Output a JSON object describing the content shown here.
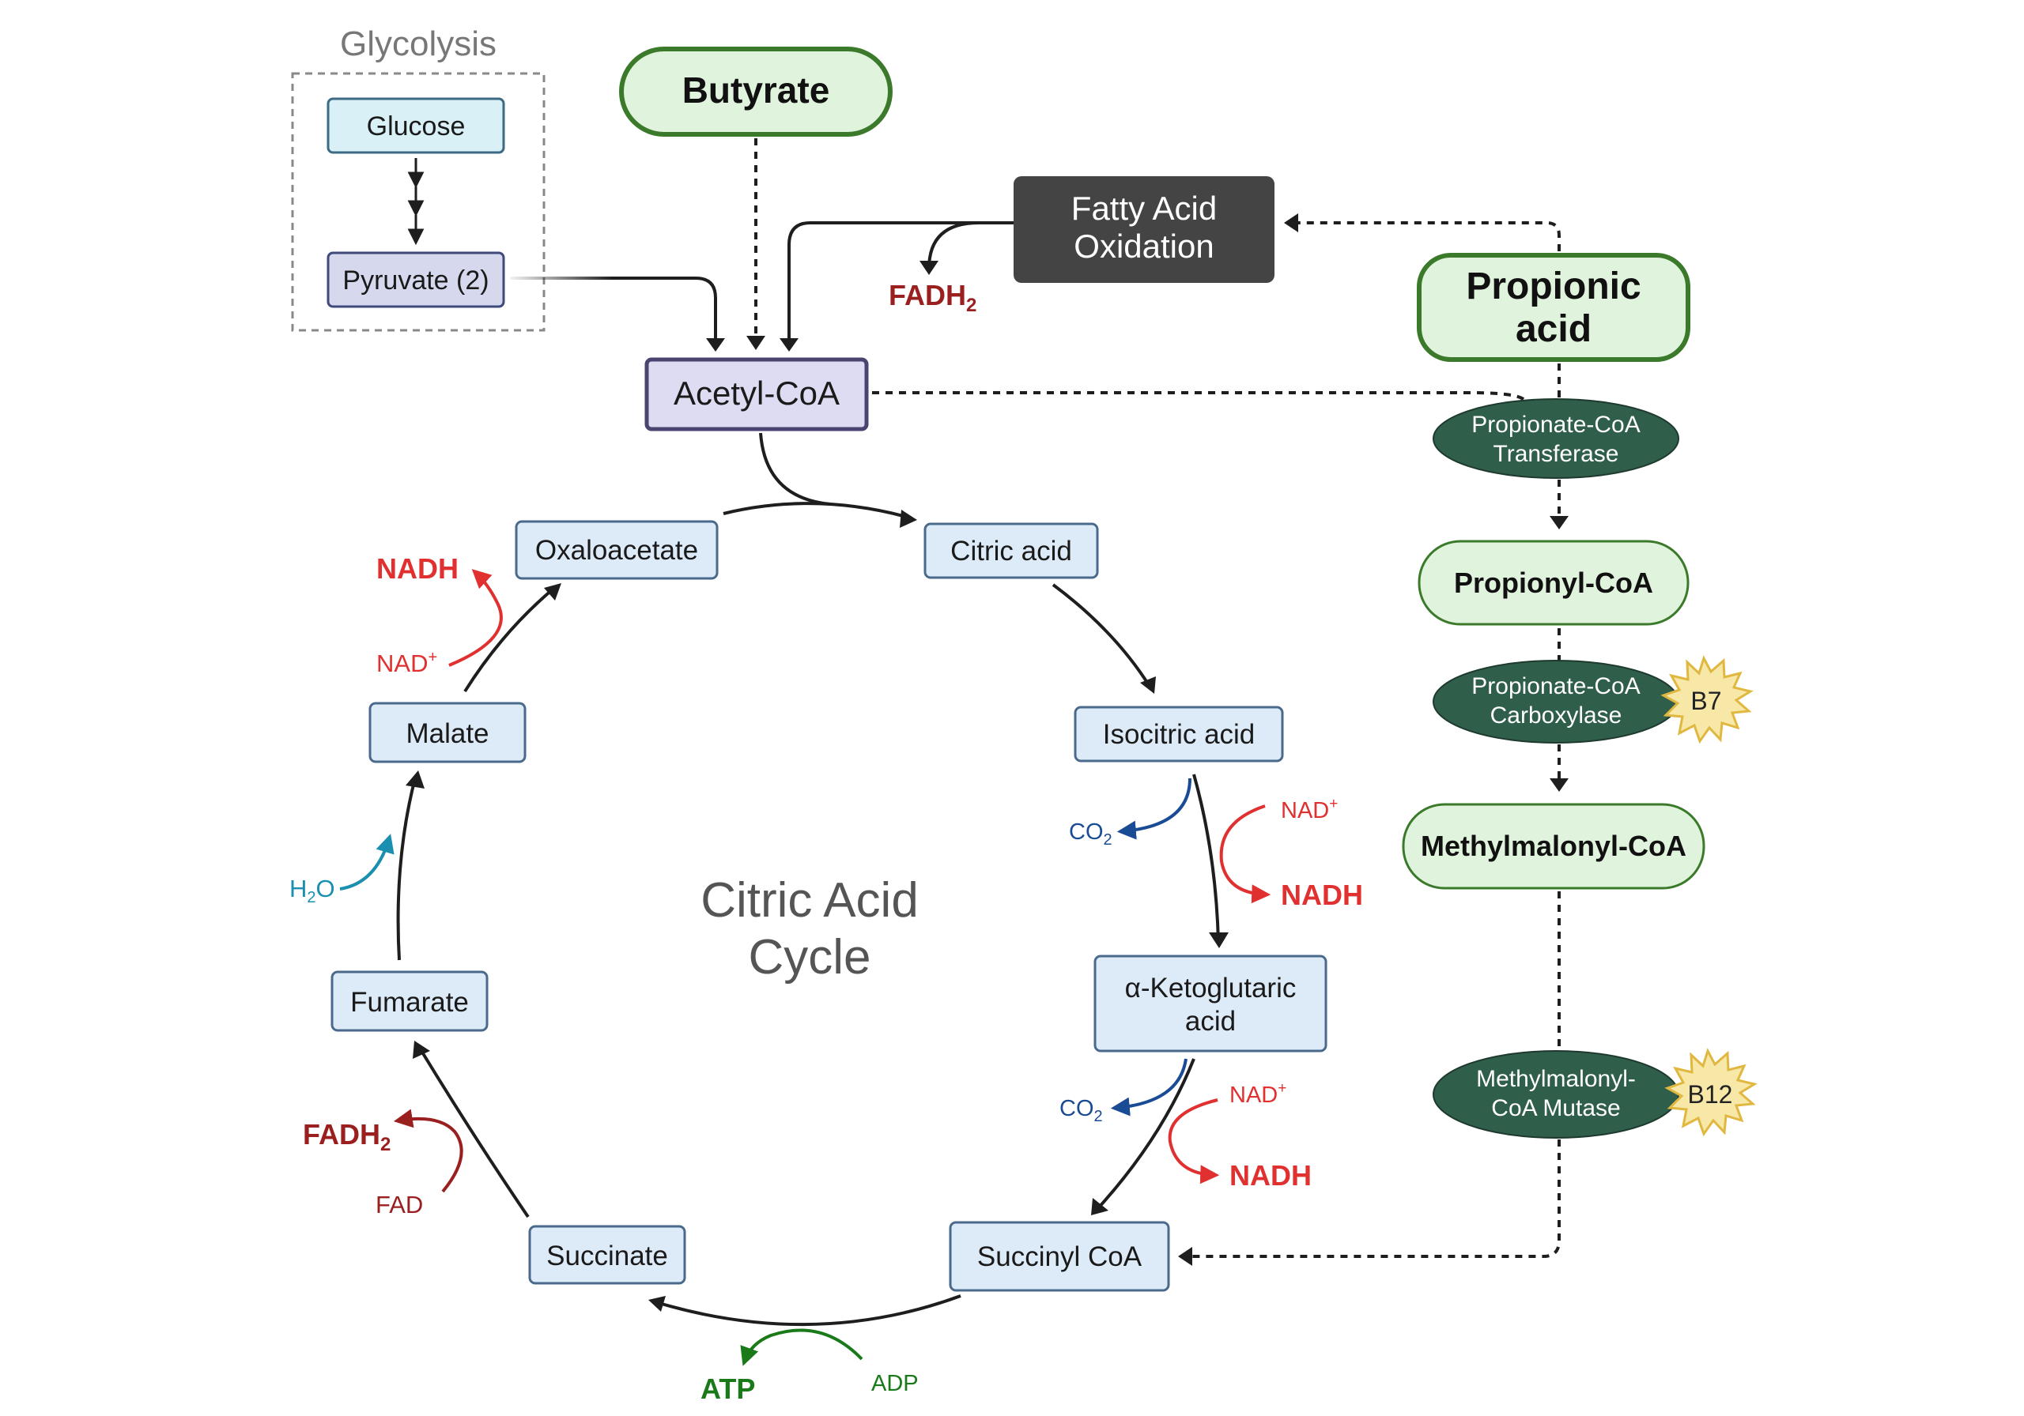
{
  "glycolysis": {
    "title": "Glycolysis",
    "glucose": "Glucose",
    "pyruvate": "Pyruvate (2)"
  },
  "butyrate": "Butyrate",
  "fatty_acid_oxidation": [
    "Fatty Acid",
    "Oxidation"
  ],
  "fao_fadh2": {
    "base": "FADH",
    "sub": "2"
  },
  "acetyl_coa": "Acetyl-CoA",
  "cycle_title": [
    "Citric Acid",
    "Cycle"
  ],
  "cycle": {
    "citric_acid": "Citric acid",
    "isocitric_acid": "Isocitric acid",
    "alpha_kg": [
      "α-Ketoglutaric",
      "acid"
    ],
    "succinyl_coa": "Succinyl CoA",
    "succinate": "Succinate",
    "fumarate": "Fumarate",
    "malate": "Malate",
    "oxaloacetate": "Oxaloacetate"
  },
  "cofactors": {
    "co2_a": {
      "base": "CO",
      "sub": "2"
    },
    "nad_a": {
      "base": "NAD",
      "sup": "+"
    },
    "nadh_a": "NADH",
    "co2_b": {
      "base": "CO",
      "sub": "2"
    },
    "nad_b": {
      "base": "NAD",
      "sup": "+"
    },
    "nadh_b": "NADH",
    "atp": "ATP",
    "adp": "ADP",
    "fadh2": {
      "base": "FADH",
      "sub": "2"
    },
    "fad": "FAD",
    "h2o": {
      "base": "H",
      "sub": "2",
      "tail": "O"
    },
    "nad_c": {
      "base": "NAD",
      "sup": "+"
    },
    "nadh_c": "NADH"
  },
  "propionic": {
    "title": [
      "Propionic",
      "acid"
    ],
    "transferase": [
      "Propionate-CoA",
      "Transferase"
    ],
    "propionyl_coa": "Propionyl-CoA",
    "carboxylase": [
      "Propionate-CoA",
      "Carboxylase"
    ],
    "b7": "B7",
    "methylmalonyl_coa": "Methylmalonyl-CoA",
    "mutase": [
      "Methylmalonyl-",
      "CoA Mutase"
    ],
    "b12": "B12"
  },
  "colors": {
    "cycle_box_fill": "#ddeaf8",
    "cycle_box_stroke": "#4a6a8c",
    "acetyl_fill": "#dedcf2",
    "acetyl_stroke": "#4a4470",
    "green_fill": "#e0f3dc",
    "green_stroke": "#3a7a2a",
    "enzyme_fill": "#2f5e4b",
    "fao_fill": "#444444",
    "nadh_red": "#e03030",
    "fadh_red": "#9a2020",
    "co2_blue": "#1a4c96",
    "h2o_teal": "#1a8fb0",
    "atp_green": "#1a7a1a",
    "vitamin_fill": "#f7e8a8",
    "vitamin_stroke": "#e0b840"
  }
}
